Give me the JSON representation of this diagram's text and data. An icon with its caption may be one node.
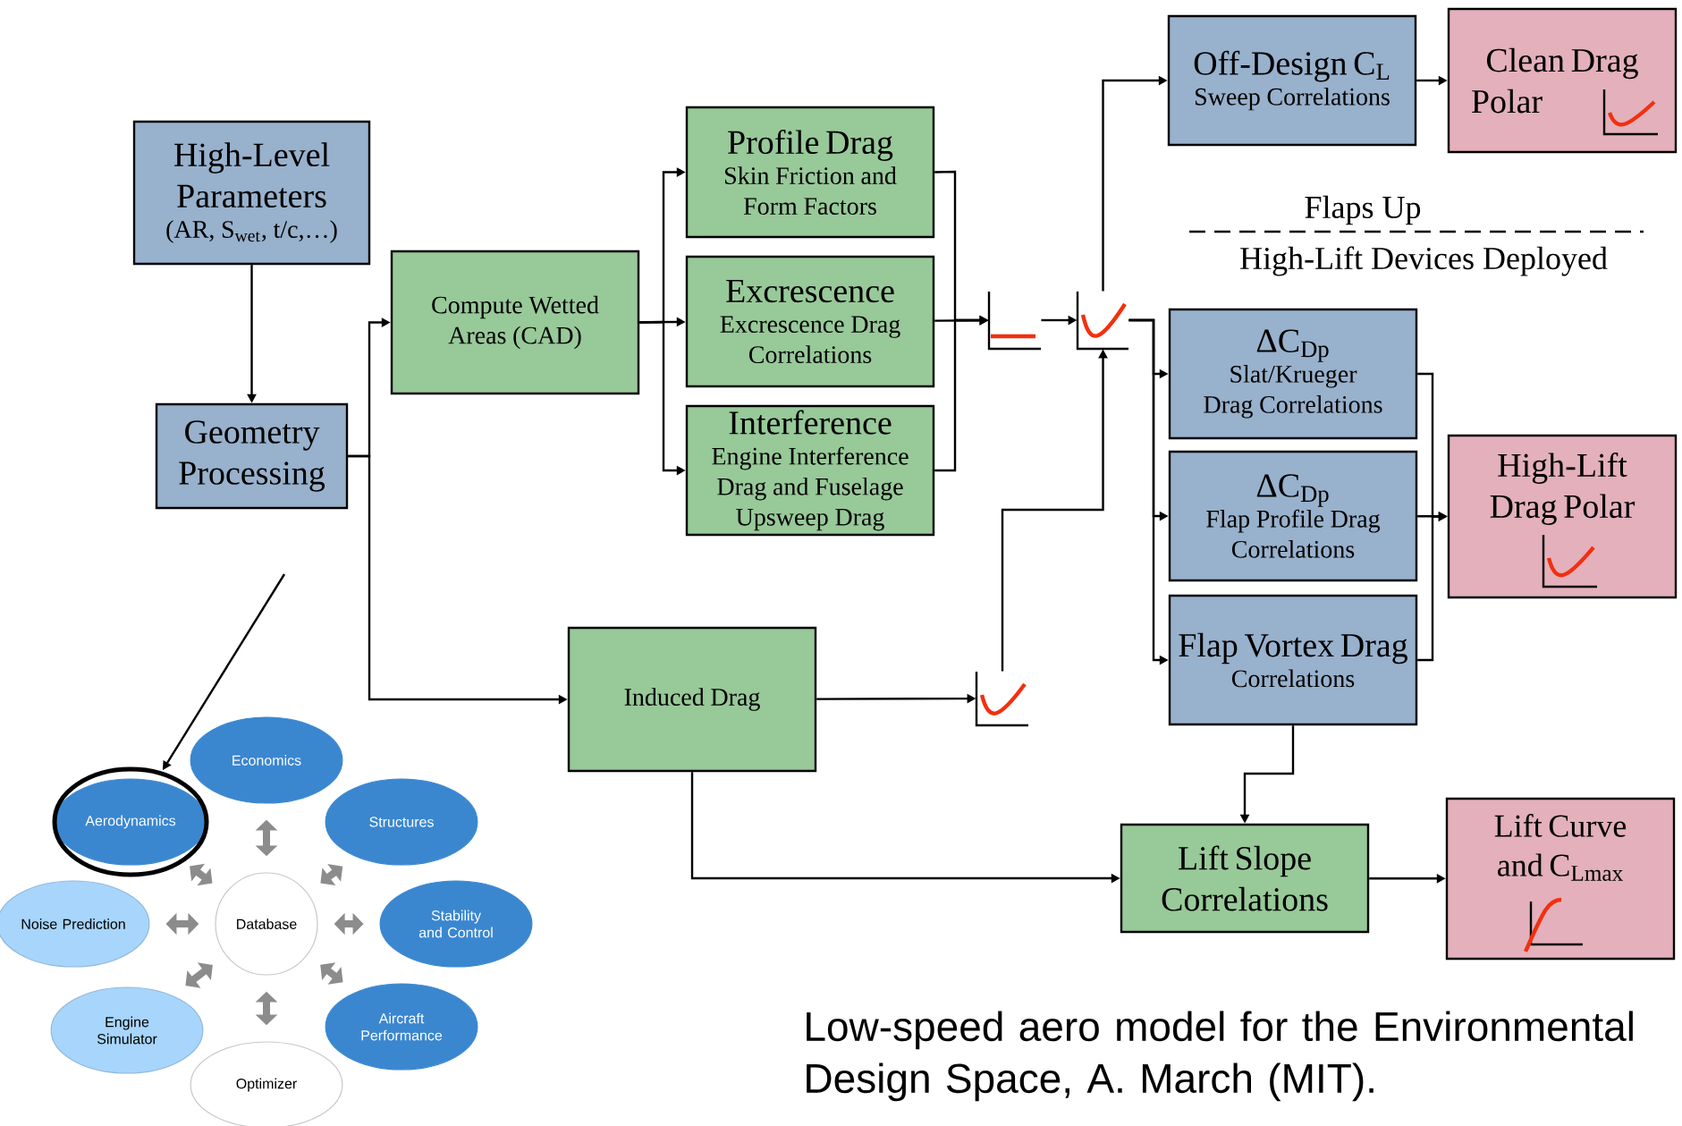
{
  "diagram": {
    "caption": "Low-speed aero model for the Environmental Design Space, A. March (MIT).",
    "nodes": [
      {
        "text": [
          "High-Level Parameters",
          "(AR, S$_{wet}$, t/c,…)"
        ]
      },
      {
        "text": [
          "Geometry Processing"
        ]
      },
      {
        "text": [
          "Compute Wetted Areas (CAD)"
        ]
      },
      {
        "text": [
          "Profile Drag",
          "Skin Friction and Form Factors"
        ]
      },
      {
        "text": [
          "Excrescence",
          "Excrescence Drag Correlations"
        ]
      },
      {
        "text": [
          "Interference",
          "Engine Interference Drag and Fuselage Upsweep Drag"
        ]
      },
      {
        "text": [
          "Induced Drag"
        ]
      },
      {
        "text": [],
        "shape": "picture"
      },
      {
        "text": [],
        "shape": "picture"
      },
      {
        "text": [],
        "shape": "picture"
      },
      {
        "text": [
          "Off-Design C$_{L}$",
          "Sweep Correlations"
        ]
      },
      {
        "text": [
          "Clean Drag Polar"
        ]
      },
      {
        "text": [
          "ΔC$_{Dp}$",
          "Slat/Krueger Drag Correlations"
        ]
      },
      {
        "text": [
          "ΔC$_{Dp}$",
          "Flap Profile Drag Correlations"
        ]
      },
      {
        "text": [
          "Flap Vortex Drag",
          "Correlations"
        ]
      },
      {
        "text": [
          "High-Lift Drag Polar"
        ]
      },
      {
        "text": [
          "Lift Slope Correlations"
        ]
      },
      {
        "text": [
          "Lift Curve and C$_{Lmax}$"
        ]
      },
      {
        "text": [
          "Database"
        ]
      },
      {
        "text": [
          "Economics"
        ]
      },
      {
        "text": [
          "Aerodynamics"
        ]
      },
      {
        "text": [
          "Structures"
        ]
      },
      {
        "text": [
          "Noise Prediction"
        ]
      },
      {
        "text": [
          "Stability and Control"
        ]
      },
      {
        "text": [
          "Engine Simulator"
        ]
      },
      {
        "text": [
          "Aircraft Performance"
        ]
      },
      {
        "text": [
          "Optimizer"
        ]
      }
    ],
    "edges": [
      {
        "from": 0,
        "to": 1,
        "arrow": "to"
      },
      {
        "from": 1,
        "to": 2,
        "arrow": "to"
      },
      {
        "from": 1,
        "to": 6,
        "arrow": "to"
      },
      {
        "from": 2,
        "to": 3,
        "arrow": "to"
      },
      {
        "from": 2,
        "to": 4,
        "arrow": "to"
      },
      {
        "from": 2,
        "to": 5,
        "arrow": "to"
      },
      {
        "from": 3,
        "to": 7,
        "arrow": "to"
      },
      {
        "from": 4,
        "to": 7,
        "arrow": "to"
      },
      {
        "from": 5,
        "to": 7,
        "arrow": "to"
      },
      {
        "from": 7,
        "to": 8,
        "arrow": "to"
      },
      {
        "from": 6,
        "to": 9,
        "arrow": "to"
      },
      {
        "from": 9,
        "to": 8,
        "arrow": "to"
      },
      {
        "from": 8,
        "to": 10,
        "arrow": "to"
      },
      {
        "from": 10,
        "to": 11,
        "arrow": "to"
      },
      {
        "from": 8,
        "to": 12,
        "arrow": "to"
      },
      {
        "from": 8,
        "to": 13,
        "arrow": "to"
      },
      {
        "from": 8,
        "to": 14,
        "arrow": "to"
      },
      {
        "from": 12,
        "to": 15,
        "arrow": "to"
      },
      {
        "from": 13,
        "to": 15,
        "arrow": "to"
      },
      {
        "from": 14,
        "to": 15,
        "arrow": "to"
      },
      {
        "from": 14,
        "to": 16,
        "arrow": "to"
      },
      {
        "from": 6,
        "to": 16,
        "arrow": "to"
      },
      {
        "from": 16,
        "to": 17,
        "arrow": "to"
      },
      {
        "from": 18,
        "to": 19,
        "arrow": "both",
        "style": "thick",
        "color": "#8c8c8c"
      },
      {
        "from": 18,
        "to": 21,
        "arrow": "both",
        "style": "thick",
        "color": "#8c8c8c"
      },
      {
        "from": 18,
        "to": 23,
        "arrow": "both",
        "style": "thick",
        "color": "#8c8c8c"
      },
      {
        "from": 18,
        "to": 25,
        "arrow": "both",
        "style": "thick",
        "color": "#8c8c8c"
      },
      {
        "from": 18,
        "to": 26,
        "arrow": "both",
        "style": "thick",
        "color": "#8c8c8c"
      },
      {
        "from": 18,
        "to": 24,
        "arrow": "both",
        "style": "thick",
        "color": "#8c8c8c"
      },
      {
        "from": 18,
        "to": 22,
        "arrow": "both",
        "style": "thick",
        "color": "#8c8c8c"
      },
      {
        "from": 18,
        "to": 20,
        "arrow": "both",
        "style": "thick",
        "color": "#8c8c8c"
      },
      {
        "from": null,
        "to": 20,
        "arrow": "to"
      }
    ],
    "labels": [
      "Flaps Up",
      "High-Lift Devices Deployed"
    ]
  }
}
